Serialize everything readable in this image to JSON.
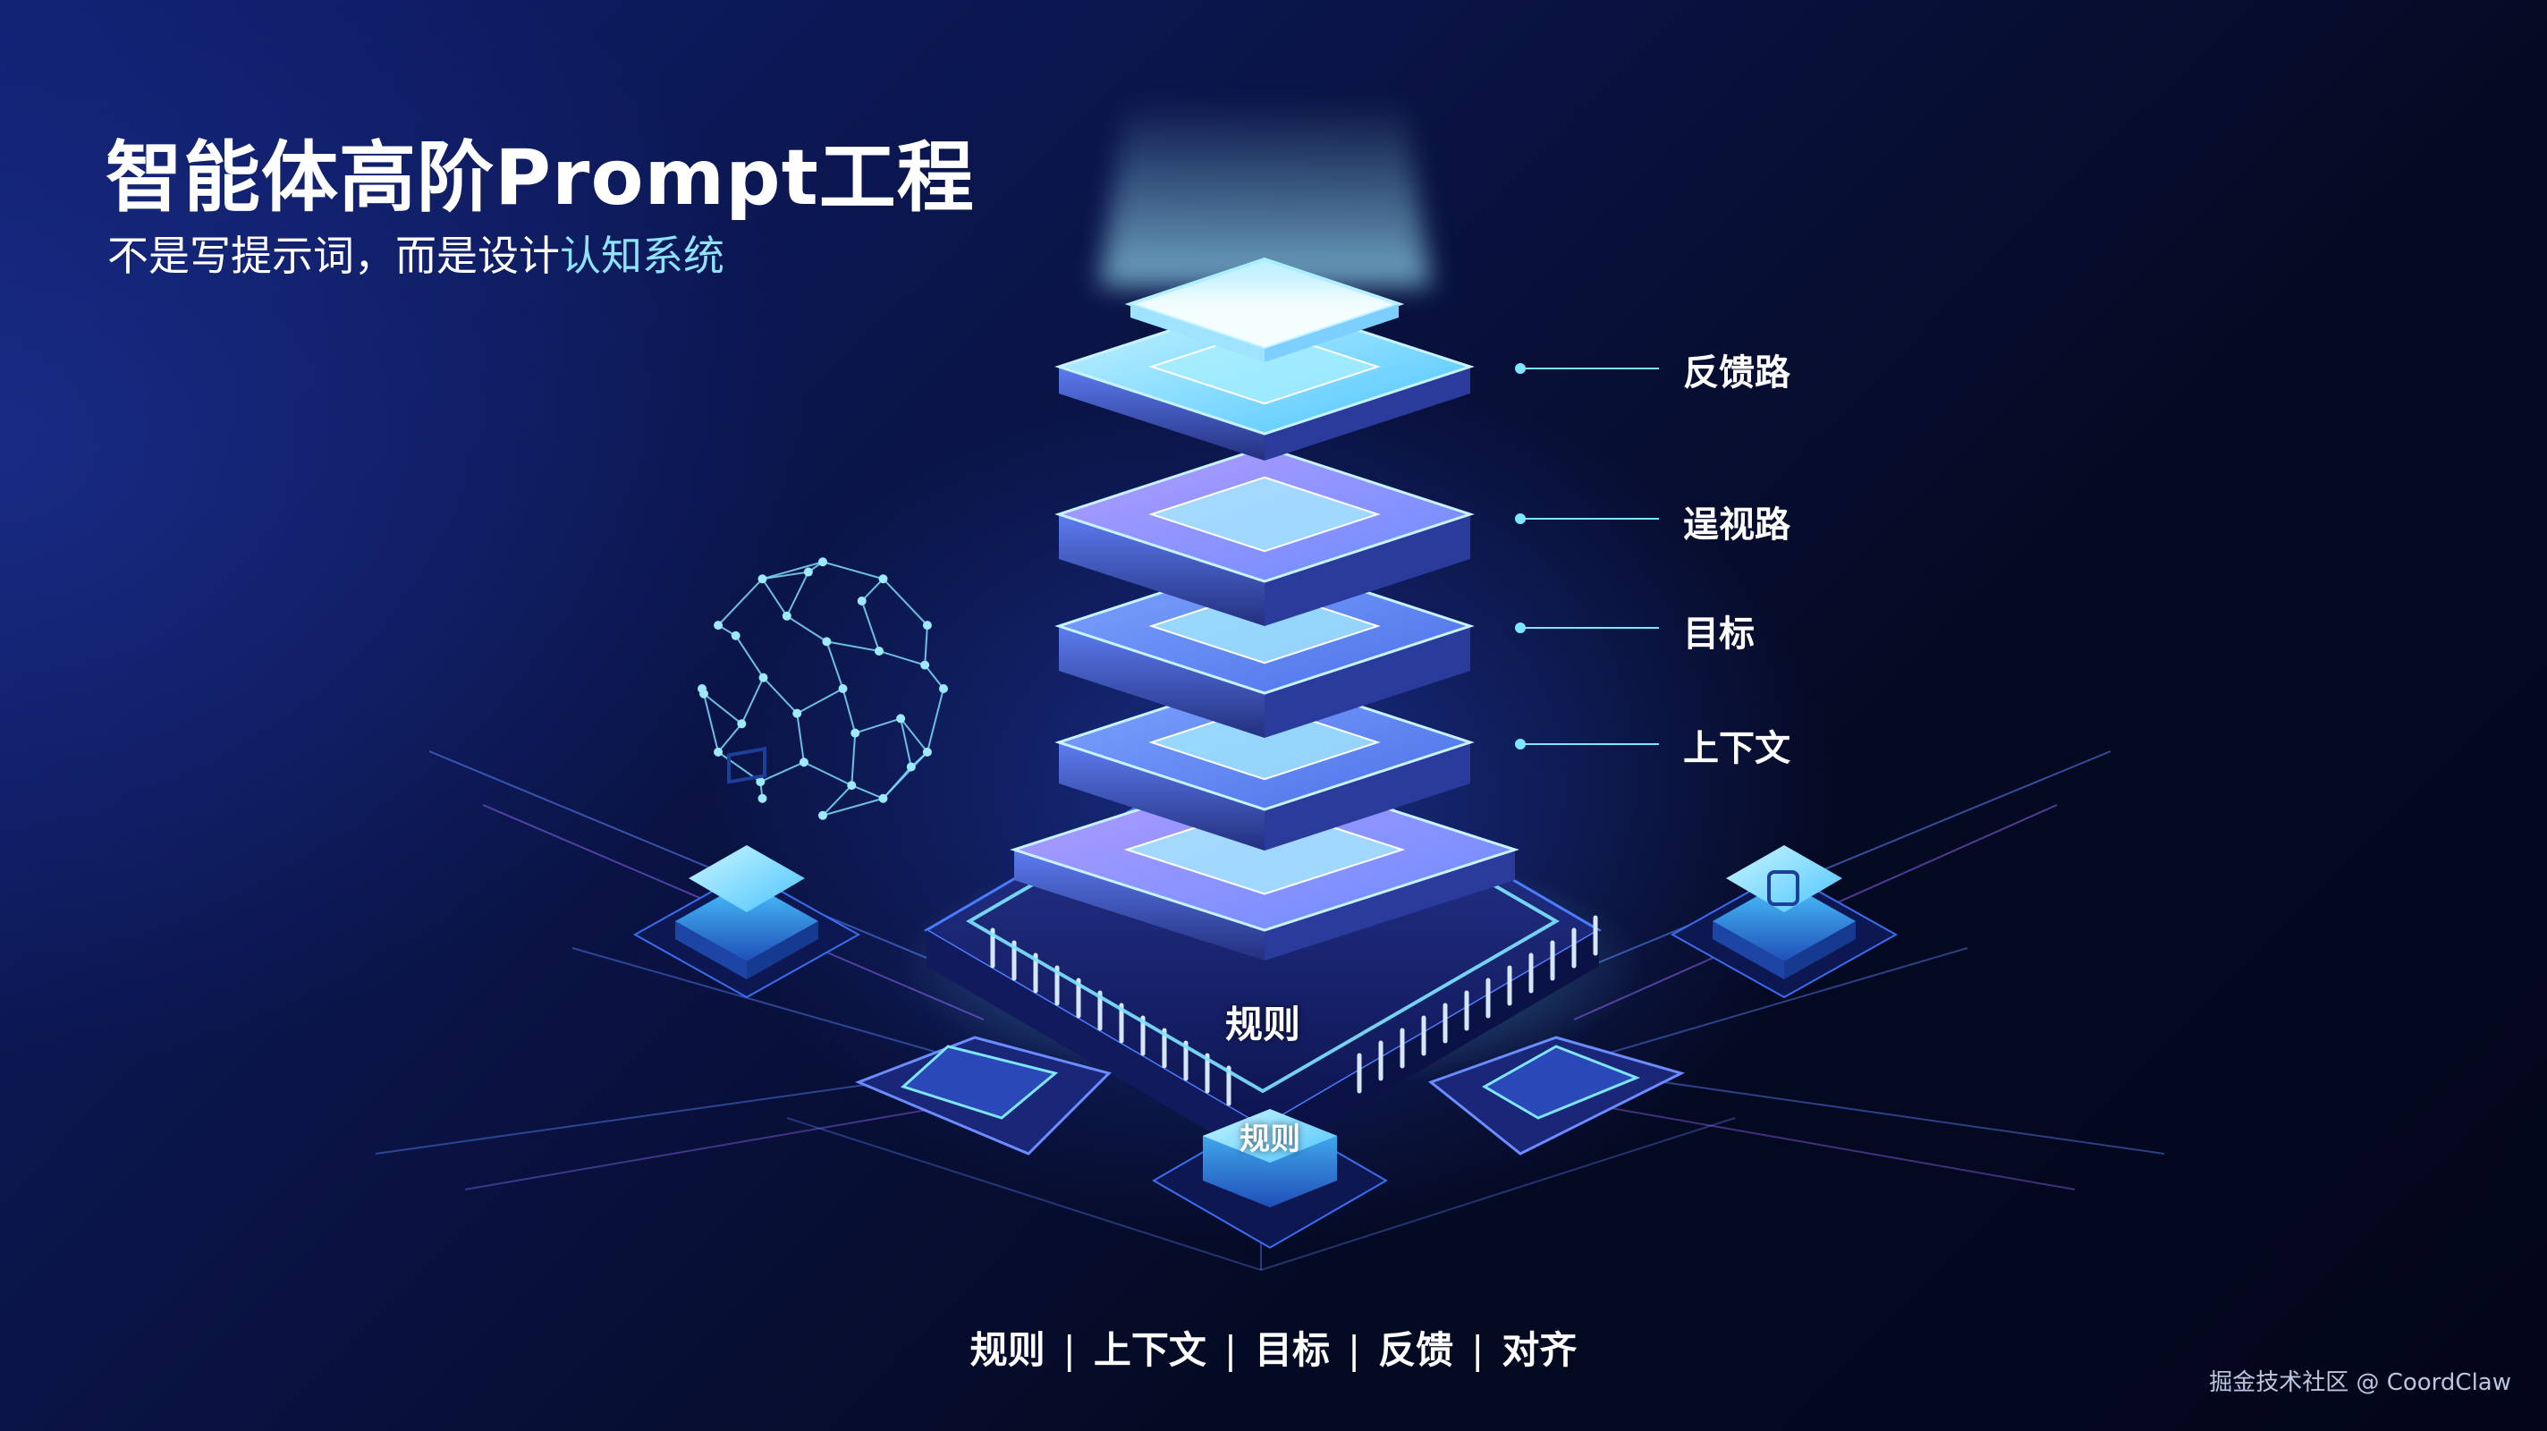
{
  "title": "智能体高阶Prompt工程",
  "subtitle": {
    "plain": "不是写提示词，而是设计",
    "accent": "认知系统"
  },
  "layer_labels": [
    "反馈路",
    "逞视路",
    "目标",
    "上下文"
  ],
  "base_chip_label": "规则",
  "small_chip_label": "规则",
  "bottom_items": [
    "规则",
    "上下文",
    "目标",
    "反馈",
    "对齐"
  ],
  "separator": "|",
  "watermark": "掘金技术社区 @ CoordClaw",
  "colors": {
    "cyan": "#7fe6ff",
    "violet": "#8e6cf0",
    "blue": "#3f6ef0",
    "deep_blue": "#1c2e8f"
  }
}
